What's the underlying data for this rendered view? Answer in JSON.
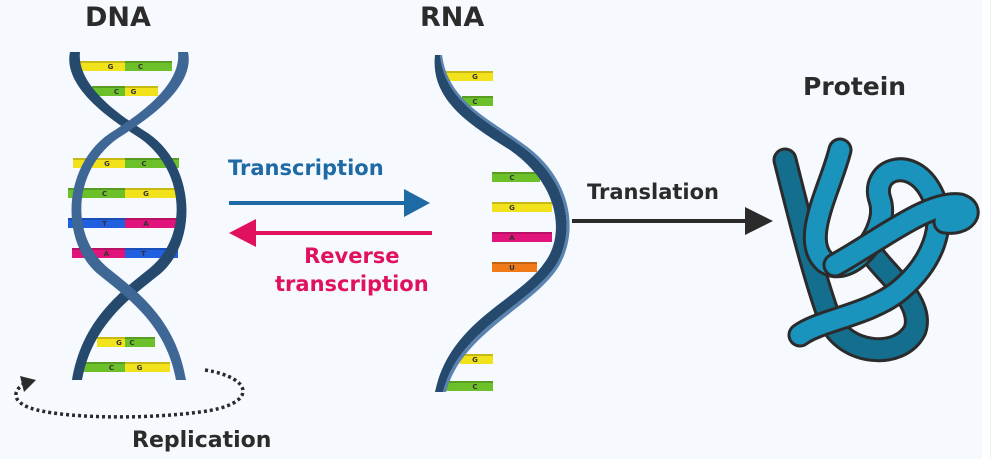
{
  "titles": {
    "dna": "DNA",
    "rna": "RNA",
    "protein": "Protein"
  },
  "processes": {
    "transcription": "Transcription",
    "reverse_transcription_line1": "Reverse",
    "reverse_transcription_line2": "transcription",
    "translation": "Translation",
    "replication": "Replication"
  },
  "dna_base_pairs": [
    {
      "left": "G",
      "right": "C"
    },
    {
      "left": "C",
      "right": "G"
    },
    {
      "left": "G",
      "right": "C"
    },
    {
      "left": "C",
      "right": "G"
    },
    {
      "left": "T",
      "right": "A"
    },
    {
      "left": "A",
      "right": "T"
    },
    {
      "left": "G",
      "right": "C"
    },
    {
      "left": "C",
      "right": "G"
    }
  ],
  "rna_bases": [
    "G",
    "C",
    "C",
    "G",
    "A",
    "U",
    "G",
    "C"
  ],
  "colors": {
    "G": "#f2e21c",
    "C": "#6cc02a",
    "A": "#e0147a",
    "T": "#1f5fe0",
    "U": "#f07a18",
    "backbone_dark": "#264a6e",
    "backbone_light": "#4b76a6",
    "transcription": "#1e6aa5",
    "reverse_transcription": "#e0115f",
    "translation": "#2b2b2b",
    "protein_light": "#1a93bd",
    "protein_dark": "#146f8e"
  }
}
